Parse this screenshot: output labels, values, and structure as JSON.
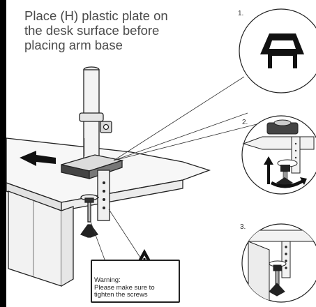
{
  "instruction": {
    "line1": "Place (H) plastic plate on",
    "line2": "the desk surface before",
    "line3": "placing arm base"
  },
  "steps": {
    "step1": "1.",
    "step2": "2.",
    "step3": "3."
  },
  "warning": {
    "title": "Warning:",
    "line1": "Please make sure to",
    "line2": "tighten the screws"
  },
  "colors": {
    "line": "#222222",
    "border": "#000000",
    "desk": "#f4f4f4",
    "shadow": "#d9d9d9"
  }
}
